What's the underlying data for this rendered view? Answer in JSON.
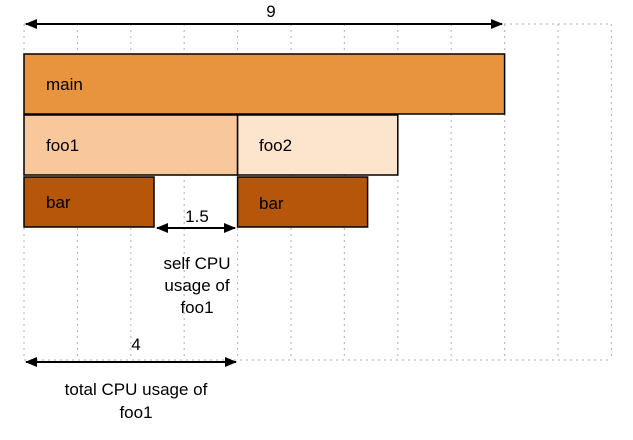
{
  "dimensions": {
    "total": "9",
    "self": "1.5",
    "foo1_total": "4"
  },
  "frames": [
    {
      "name": "main",
      "color": "#e8943f"
    },
    {
      "name": "foo1",
      "color": "#f8c89c"
    },
    {
      "name": "foo2",
      "color": "#fde4cc"
    },
    {
      "name": "bar",
      "color": "#b5560a"
    },
    {
      "name": "bar",
      "color": "#b5560a"
    }
  ],
  "annotations": {
    "self_lines": [
      "self CPU",
      "usage of",
      "foo1"
    ],
    "total_lines": [
      "total CPU usage of",
      "foo1"
    ]
  }
}
